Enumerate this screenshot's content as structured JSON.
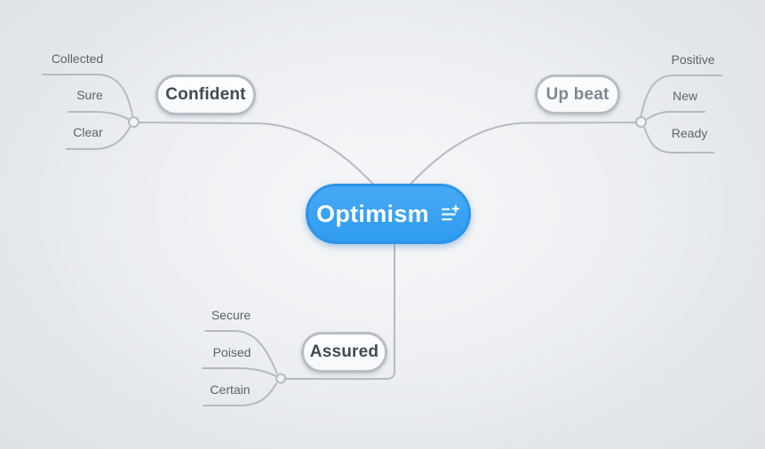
{
  "app": {
    "view": "mind-map-canvas"
  },
  "colors": {
    "background_edge": "#dcdfe3",
    "background_center": "#f6f7f9",
    "connector_line": "#b6bac0",
    "connector_dot_fill": "#f1f3f5",
    "root_fill_top": "#47a9f4",
    "root_fill_bottom": "#2f9cf1",
    "root_border": "#2c94e8",
    "root_text": "#ffffff",
    "node_fill": "#fbfdfe",
    "node_border": "#b9bdc3",
    "node_text_dark": "#434a52",
    "node_text_muted": "#7e8893",
    "child_text": "#5c636a"
  },
  "map": {
    "root": {
      "label": "Optimism",
      "icon": "note-lines-plus-icon"
    },
    "branches": [
      {
        "label": "Confident",
        "position": "top-left",
        "emphasis": "dark",
        "children": [
          "Collected",
          "Sure",
          "Clear"
        ]
      },
      {
        "label": "Up beat",
        "position": "top-right",
        "emphasis": "muted",
        "children": [
          "Positive",
          "New",
          "Ready"
        ]
      },
      {
        "label": "Assured",
        "position": "bottom-left",
        "emphasis": "dark",
        "children": [
          "Secure",
          "Poised",
          "Certain"
        ]
      }
    ]
  }
}
